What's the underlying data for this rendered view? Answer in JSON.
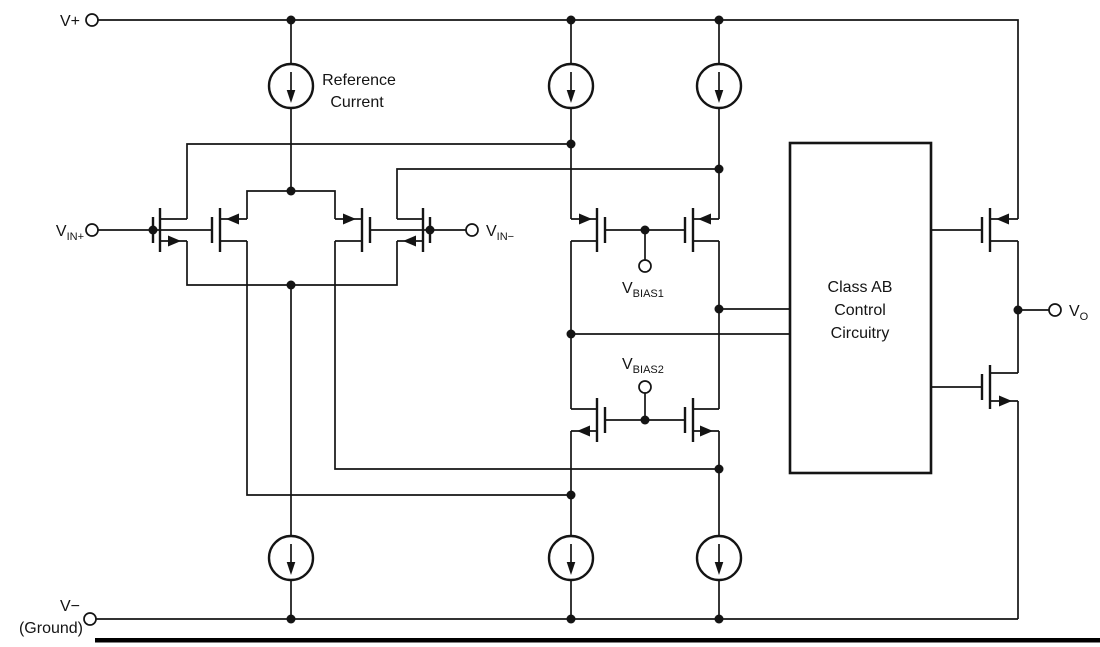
{
  "diagram": {
    "type": "circuit-schematic",
    "subject": "rail-to-rail CMOS op amp internal schematic with class AB output control",
    "colors": {
      "ink": "#141414",
      "background": "#ffffff",
      "border_rule": "#000000"
    },
    "labels": {
      "v_plus": "V+",
      "v_minus": "V−",
      "ground": "(Ground)",
      "vin_plus": {
        "main": "V",
        "sub": "IN+"
      },
      "vin_minus": {
        "main": "V",
        "sub": "IN−"
      },
      "vbias1": {
        "main": "V",
        "sub": "BIAS1"
      },
      "vbias2": {
        "main": "V",
        "sub": "BIAS2"
      },
      "vout": {
        "main": "V",
        "sub": "O"
      },
      "reference_current": {
        "line1": "Reference",
        "line2": "Current"
      },
      "class_ab_box": {
        "line1": "Class AB",
        "line2": "Control",
        "line3": "Circuitry"
      }
    }
  }
}
